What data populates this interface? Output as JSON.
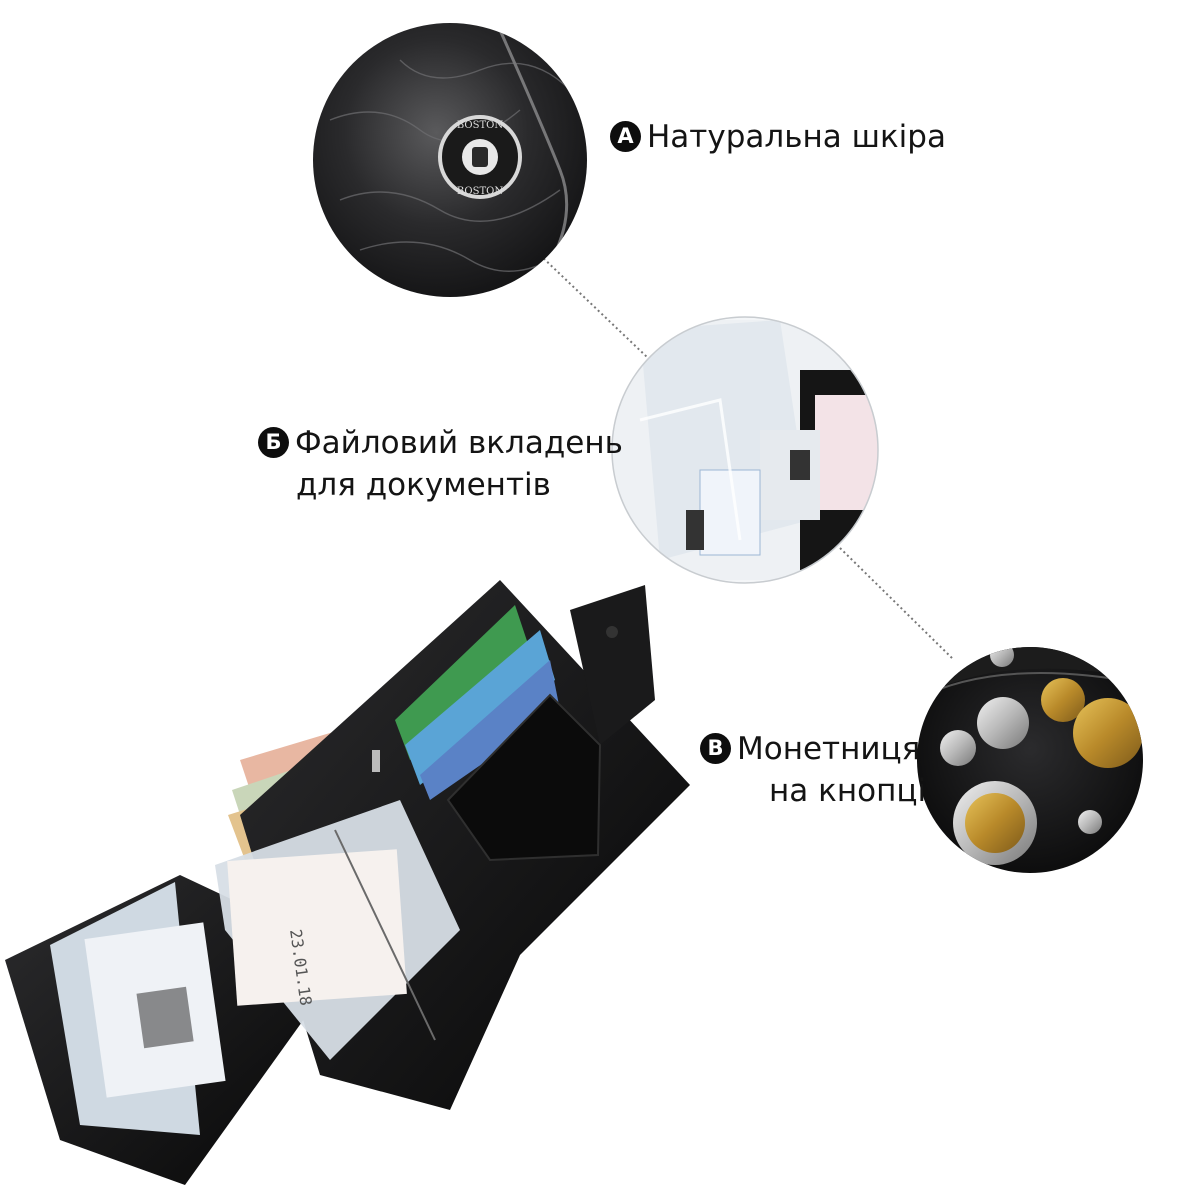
{
  "features": [
    {
      "badge": "A",
      "line1": "Натуральна шкіра",
      "line2": ""
    },
    {
      "badge": "Б",
      "line1": "Файловий вкладень",
      "line2": "для документів"
    },
    {
      "badge": "B",
      "line1": "Монетниця",
      "line2": "на кнопці"
    }
  ],
  "brand": {
    "logo_text": "BOSTON"
  },
  "colors": {
    "leather": "#0f0f10",
    "badge": "#0d0d0d",
    "text": "#141414",
    "background": "#ffffff"
  }
}
